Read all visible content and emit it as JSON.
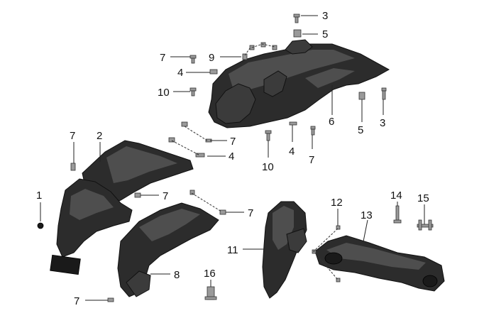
{
  "callouts": [
    {
      "id": "c1",
      "text": "1"
    },
    {
      "id": "c2",
      "text": "2"
    },
    {
      "id": "c3a",
      "text": "3"
    },
    {
      "id": "c3b",
      "text": "3"
    },
    {
      "id": "c4a",
      "text": "4"
    },
    {
      "id": "c4b",
      "text": "4"
    },
    {
      "id": "c4c",
      "text": "4"
    },
    {
      "id": "c5a",
      "text": "5"
    },
    {
      "id": "c5b",
      "text": "5"
    },
    {
      "id": "c6",
      "text": "6"
    },
    {
      "id": "c7a",
      "text": "7"
    },
    {
      "id": "c7b",
      "text": "7"
    },
    {
      "id": "c7c",
      "text": "7"
    },
    {
      "id": "c7d",
      "text": "7"
    },
    {
      "id": "c7e",
      "text": "7"
    },
    {
      "id": "c7f",
      "text": "7"
    },
    {
      "id": "c7g",
      "text": "7"
    },
    {
      "id": "c8",
      "text": "8"
    },
    {
      "id": "c9",
      "text": "9"
    },
    {
      "id": "c10a",
      "text": "10"
    },
    {
      "id": "c10b",
      "text": "10"
    },
    {
      "id": "c11",
      "text": "11"
    },
    {
      "id": "c12",
      "text": "12"
    },
    {
      "id": "c13",
      "text": "13"
    },
    {
      "id": "c14",
      "text": "14"
    },
    {
      "id": "c15",
      "text": "15"
    },
    {
      "id": "c16",
      "text": "16"
    }
  ]
}
